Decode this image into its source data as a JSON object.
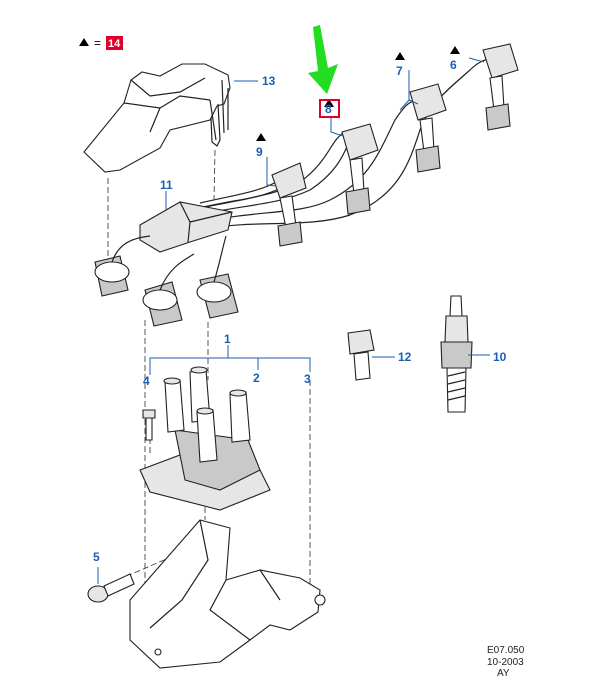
{
  "callouts": {
    "c1": "1",
    "c2": "2",
    "c3": "3",
    "c4": "4",
    "c5": "5",
    "c6": "6",
    "c7": "7",
    "c8": "8",
    "c9": "9",
    "c10": "10",
    "c11": "11",
    "c12": "12",
    "c13": "13",
    "c14": "14"
  },
  "legend": {
    "equals": "=",
    "ref": "14"
  },
  "footer": {
    "code": "E07.050",
    "date": "10-2003",
    "tag": "AY"
  },
  "colors": {
    "callout": "#1a5fb4",
    "highlight_box": "#e0002a",
    "arrow": "#22dd22"
  },
  "icons": [
    "warning-triangle-icon",
    "pointer-arrow-icon"
  ]
}
